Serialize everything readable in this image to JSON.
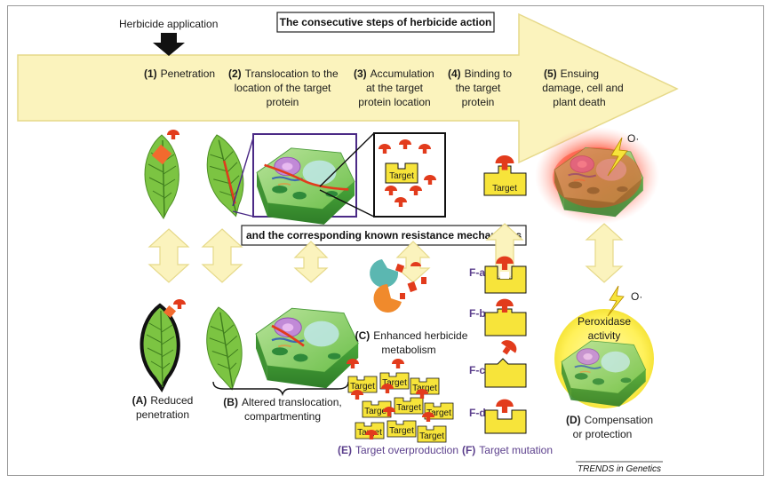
{
  "header": {
    "application_label": "Herbicide application",
    "main_title": "The consecutive steps of herbicide action",
    "resistance_title": "and the corresponding known resistance mechanisms"
  },
  "steps": [
    {
      "num": "(1)",
      "lines": [
        "Penetration"
      ]
    },
    {
      "num": "(2)",
      "lines": [
        "Translocation to the",
        "location of the target",
        "protein"
      ]
    },
    {
      "num": "(3)",
      "lines": [
        "Accumulation",
        "at the target",
        "protein location"
      ]
    },
    {
      "num": "(4)",
      "lines": [
        "Binding to",
        "the target",
        "protein"
      ]
    },
    {
      "num": "(5)",
      "lines": [
        "Ensuing",
        "damage, cell and",
        "plant death"
      ]
    }
  ],
  "labels": {
    "target": "Target",
    "radical": "O·",
    "peroxidase": [
      "Peroxidase",
      "activity"
    ]
  },
  "mechanisms": {
    "A": {
      "letter": "(A)",
      "lines": [
        "Reduced",
        "penetration"
      ]
    },
    "B": {
      "letter": "(B)",
      "lines": [
        "Altered translocation,",
        "compartmenting"
      ]
    },
    "C": {
      "letter": "(C)",
      "lines": [
        "Enhanced herbicide",
        "metabolism"
      ]
    },
    "D": {
      "letter": "(D)",
      "lines": [
        "Compensation",
        "or protection"
      ]
    },
    "E": {
      "letter": "(E)",
      "text": "Target overproduction"
    },
    "F": {
      "letter": "(F)",
      "text": "Target mutation"
    }
  },
  "mutations": [
    "F-a",
    "F-b",
    "F-c",
    "F-d"
  ],
  "credit": "TRENDS in Genetics",
  "colors": {
    "arrow_fill": "#fbf3bd",
    "arrow_stroke": "#e6d98a",
    "leaf": "#7cc442",
    "herbicide": "#e23b1c",
    "target": "#f7e43a",
    "cell_frame": "#4b2a86",
    "purple_text": "#5b3f8c"
  }
}
